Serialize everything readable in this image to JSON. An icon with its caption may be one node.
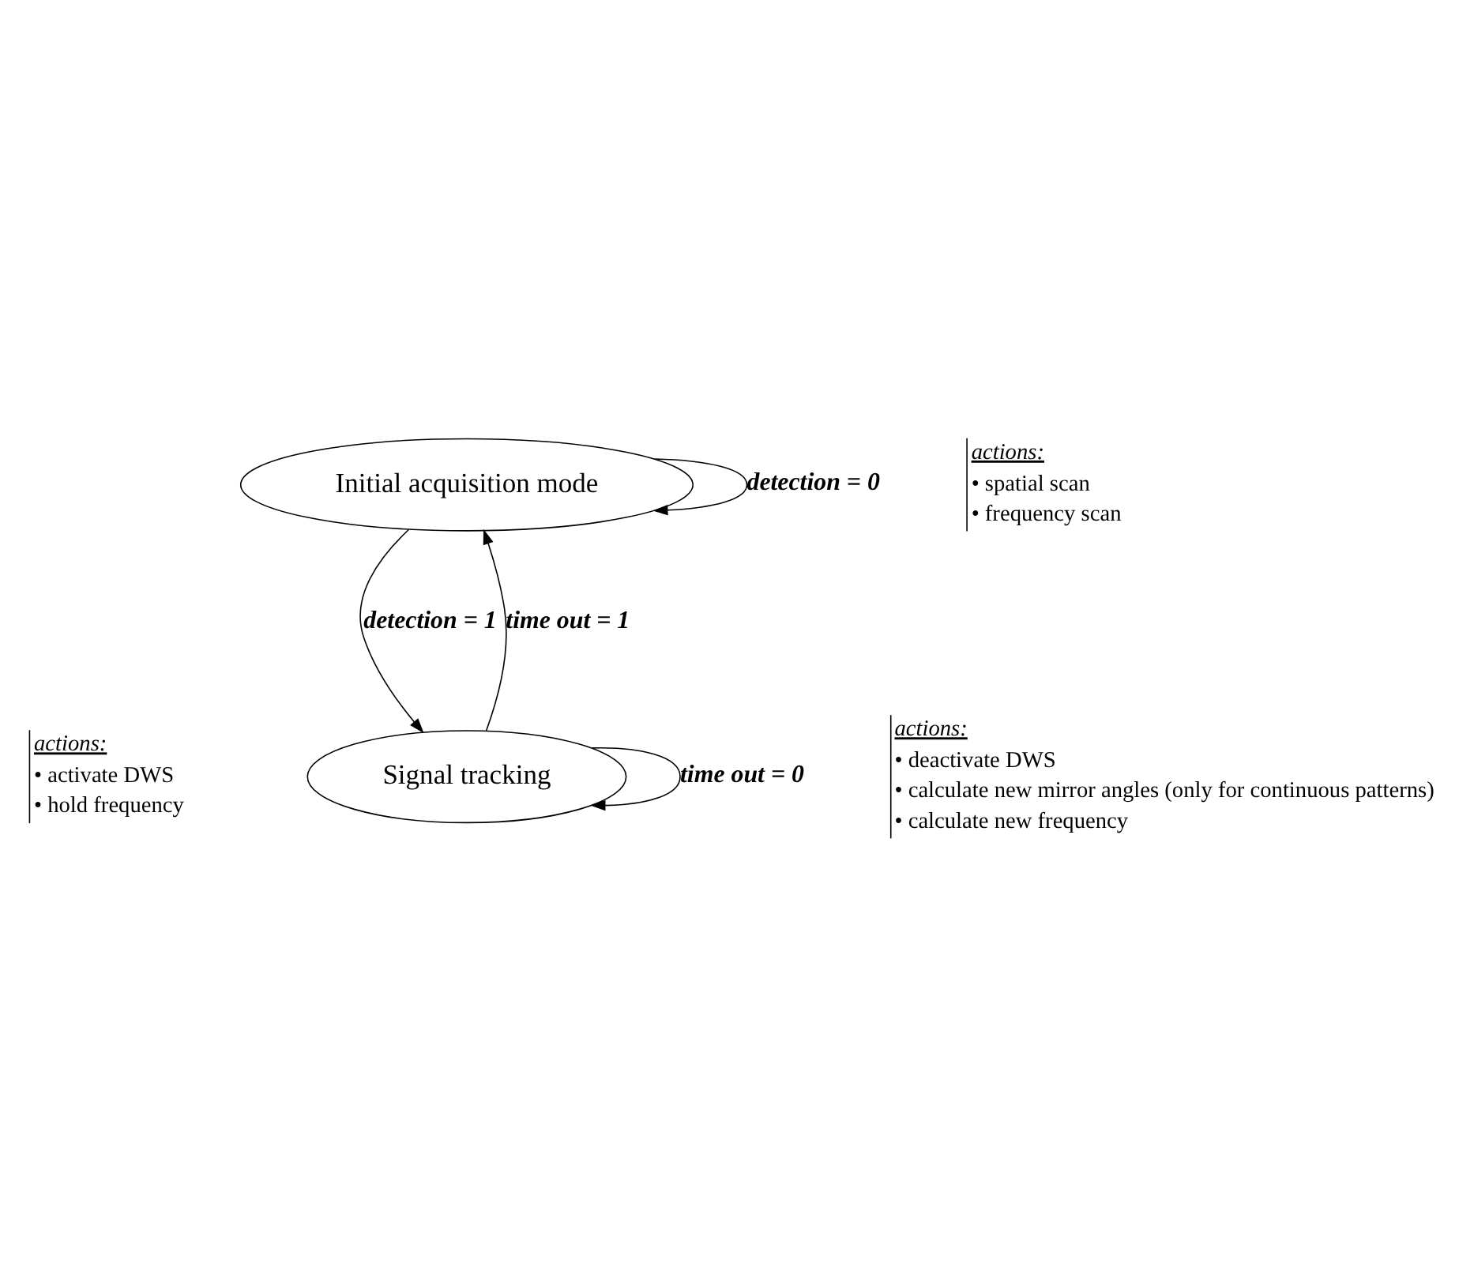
{
  "diagram": {
    "nodes": [
      {
        "text": [
          "Initial acquisition mode"
        ]
      },
      {
        "text": [
          "Signal tracking"
        ]
      }
    ],
    "edges": [
      {
        "from": 0,
        "to": 0,
        "arrow": "to",
        "label": "detection = 0"
      },
      {
        "from": 0,
        "to": 1,
        "arrow": "to",
        "label": "detection = 1"
      },
      {
        "from": 1,
        "to": 0,
        "arrow": "to",
        "label": "time out = 1"
      },
      {
        "from": 1,
        "to": 1,
        "arrow": "to",
        "label": "time out = 0"
      }
    ],
    "labels": [
      "actions:",
      "• spatial scan",
      "• frequency scan",
      "actions:",
      "• activate DWS",
      "• hold frequency",
      "actions:",
      "• deactivate DWS",
      "• calculate new mirror angles (only for continuous patterns)",
      "• calculate new frequency"
    ]
  }
}
